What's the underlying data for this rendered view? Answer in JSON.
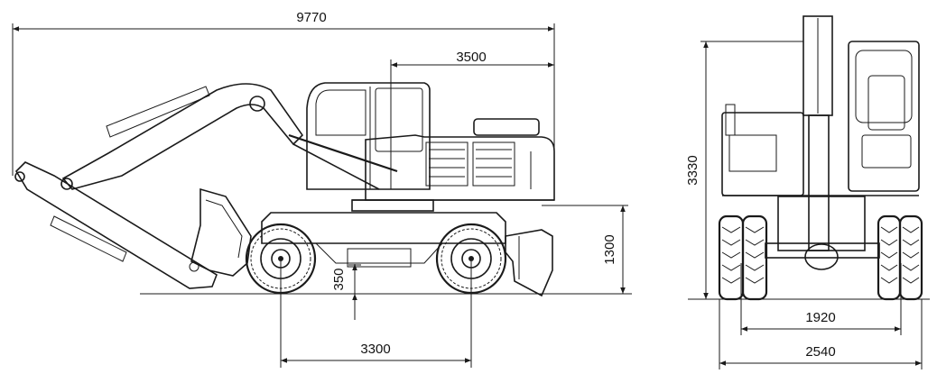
{
  "diagram": {
    "dimensions": {
      "overall_length": "9770",
      "cab_to_rear": "3500",
      "overall_height_side": "1300",
      "ground_clearance": "350",
      "wheelbase": "3300",
      "overall_height_front": "3330",
      "track_width": "1920",
      "overall_width": "2540"
    }
  }
}
